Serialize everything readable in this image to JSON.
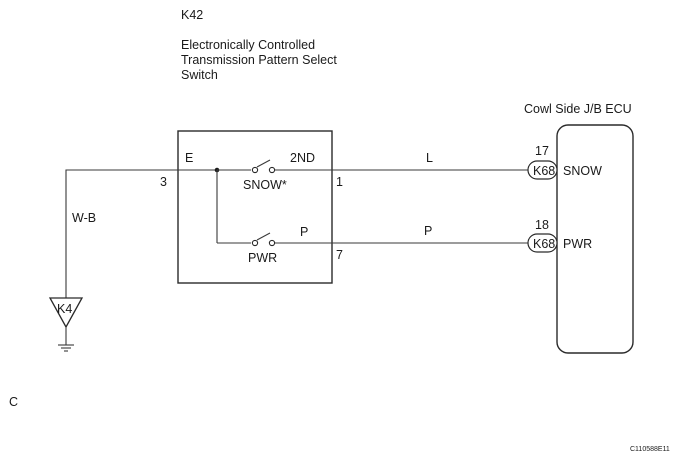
{
  "component": {
    "code": "K42",
    "name_lines": [
      "Electronically Controlled",
      "Transmission Pattern Select",
      "Switch"
    ]
  },
  "ecu": {
    "name": "Cowl Side J/B ECU"
  },
  "switch": {
    "terminal_e": "E",
    "terminal_2nd": "2ND",
    "terminal_p": "P",
    "snow_label": "SNOW*",
    "pwr_label": "PWR",
    "pin_3": "3",
    "pin_1": "1",
    "pin_7": "7"
  },
  "wires": {
    "ground": "W-B",
    "snow": "L",
    "pwr": "P"
  },
  "connectors": {
    "snow": {
      "pin": "17",
      "code": "K68",
      "signal": "SNOW"
    },
    "pwr": {
      "pin": "18",
      "code": "K68",
      "signal": "PWR"
    }
  },
  "ground": {
    "code": "K4"
  },
  "corner_letter": "C",
  "figure_id": "C110588E11"
}
